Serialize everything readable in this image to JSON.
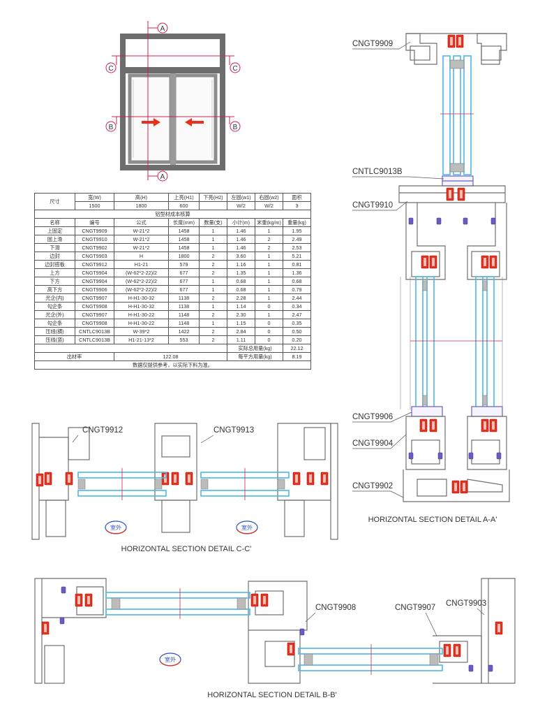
{
  "elevation": {
    "section_markers": [
      "A",
      "A",
      "C",
      "C",
      "B",
      "B"
    ]
  },
  "table": {
    "size_label": "尺寸",
    "dim_headers": [
      "宽(W)",
      "高(H)",
      "上亮(H1)",
      "下亮(H2)",
      "左固(w1)",
      "右固(w2)",
      "面积"
    ],
    "dim_values": [
      "1500",
      "1800",
      "600",
      "",
      "W/2",
      "W/2",
      "3"
    ],
    "title": "铝型材成本核算",
    "col_headers": [
      "名称",
      "编号",
      "公式",
      "长度(mm)",
      "数量(支)",
      "小计(m)",
      "米重(kg/m)",
      "重量(kg)"
    ],
    "rows": [
      [
        "上固定",
        "CNGT9909",
        "W-21*2",
        "1458",
        "1",
        "1.46",
        "1",
        "1.95"
      ],
      [
        "固上滑",
        "CNGT9910",
        "W-21*2",
        "1458",
        "1",
        "1.46",
        "2",
        "2.49"
      ],
      [
        "下滑",
        "CNGT9902",
        "W-21*2",
        "1458",
        "1",
        "1.46",
        "2",
        "2.53"
      ],
      [
        "边封",
        "CNGT9903",
        "H",
        "1800",
        "2",
        "3.60",
        "1",
        "5.21"
      ],
      [
        "边封搭板",
        "CNGT9912",
        "H1-21",
        "579",
        "2",
        "1.16",
        "1",
        "0.81"
      ],
      [
        "上方",
        "CNGT9904",
        "(W-62*2-22)/2",
        "677",
        "2",
        "1.35",
        "1",
        "1.36"
      ],
      [
        "下方",
        "CNGT9904",
        "(W-62*2-22)/2",
        "677",
        "1",
        "0.68",
        "1",
        "0.68"
      ],
      [
        "高下方",
        "CNGT9906",
        "(W-62*2-22)/2",
        "677",
        "1",
        "0.68",
        "1",
        "0.79"
      ],
      [
        "光企(内)",
        "CNGT9907",
        "H-H1-30-32",
        "1138",
        "2",
        "2.28",
        "1",
        "2.44"
      ],
      [
        "勾企条",
        "CNGT9908",
        "H-H1-30-32",
        "1138",
        "1",
        "1.14",
        "0",
        "0.34"
      ],
      [
        "光企(外)",
        "CNGT9907",
        "H-H1-30-22",
        "1148",
        "2",
        "2.30",
        "1",
        "2.47"
      ],
      [
        "勾企条",
        "CNGT9908",
        "H-H1-30-22",
        "1148",
        "1",
        "1.15",
        "0",
        "0.35"
      ],
      [
        "压线(横)",
        "CNTLC9013B",
        "W-39*2",
        "1422",
        "2",
        "2.84",
        "0",
        "0.50"
      ],
      [
        "压线(竖)",
        "CNTLC9013B",
        "H1-21-13*2",
        "553",
        "2",
        "1.11",
        "0",
        "0.20"
      ]
    ],
    "total_label": "实际总用量(kg)",
    "total_value": "22.12",
    "rate_label": "出材率",
    "rate_value": "122.08",
    "per_sqm_label": "每平方用量(kg)",
    "per_sqm_value": "8.19",
    "note": "数据仅提供参考，以实际下料为准。"
  },
  "detail_a": {
    "caption": "HORIZONTAL SECTION DETAIL A-A'",
    "labels": [
      "CNGT9909",
      "CNTLC9013B",
      "CNGT9910",
      "CNGT9906",
      "CNGT9904",
      "CNGT9902"
    ]
  },
  "detail_c": {
    "caption": "HORIZONTAL SECTION DETAIL C-C'",
    "labels": [
      "CNGT9912",
      "CNGT9913"
    ],
    "outdoor_badges": [
      "室外",
      "室外"
    ]
  },
  "detail_b": {
    "caption": "HORIZONTAL SECTION DETAIL B-B'",
    "labels": [
      "CNGT9908",
      "CNGT9907",
      "CNGT9903"
    ],
    "outdoor_badge": "室外"
  },
  "colors": {
    "frame": "#7a7a7a",
    "gasket_red": "#e8301c",
    "glass_blue": "#4bb8e8",
    "seal_purple": "#6a5cc4",
    "section_line": "#d0204a"
  }
}
